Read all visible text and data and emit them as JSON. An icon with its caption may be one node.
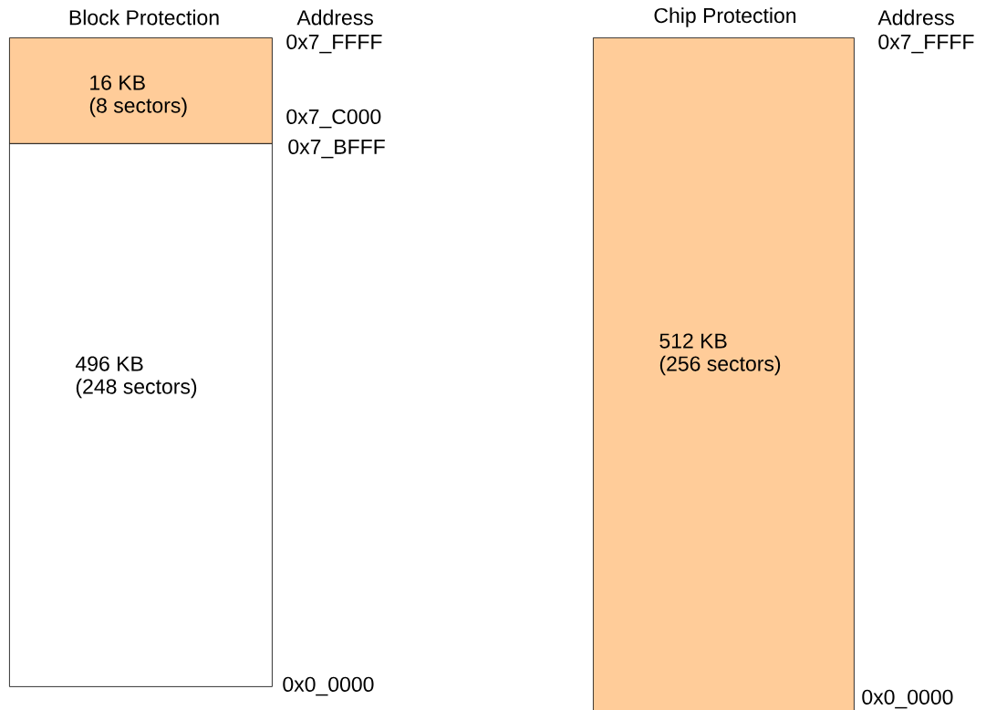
{
  "diagram": {
    "nodes": [
      {
        "text": [
          "16 KB (8 sectors)"
        ]
      },
      {
        "text": [
          "496 KB (248 sectors)"
        ]
      },
      {
        "text": [
          "512 KB (256 sectors)"
        ]
      }
    ],
    "labels": [
      "Block Protection",
      "Address",
      "0x7_FFFF",
      "0x7_C000",
      "0x7_BFFF",
      "0x0_0000",
      "Chip Protection",
      "Address",
      "0x7_FFFF",
      "0x0_0000"
    ]
  }
}
